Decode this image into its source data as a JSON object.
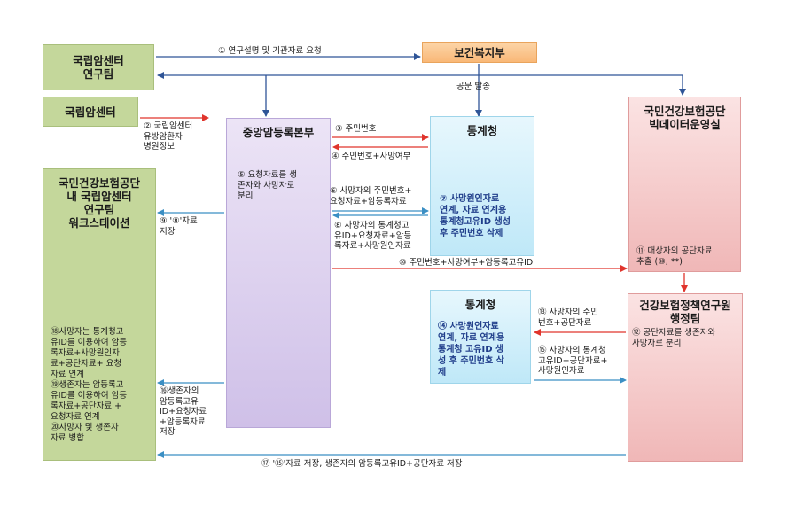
{
  "boxes": {
    "ncc_team": "국립암센터\n연구팀",
    "mohw": "보건복지부",
    "ncc": "국립암센터",
    "kccr": "중앙암등록본부",
    "kccr_text": "⑤ 요청자료를 생\n존자와 사망자로\n분리",
    "kostat_top": "통계청",
    "kostat_top_text": "⑦ 사망원인자료\n연계, 자료 연계용\n통계청고유ID 생성\n후 주민번호 삭제",
    "nhis_bigdata": "국민건강보험공단\n빅데이터운영실",
    "nhis_bigdata_text": "⑪ 대상자의 공단자료\n추출 (⑩, **)",
    "workstation": "국민건강보험공단\n내 국립암센터\n연구팀\n워크스테이션",
    "workstation_text": "⑱사망자는 통계청고\n유ID를 이용하여 암등\n록자료+사망원인자\n료+공단자료+ 요청\n자료 연계\n⑲생존자는 암등록고\n유ID를 이용하여 암등\n록자료+공단자료 +\n요청자료 연계\n⑳사망자 및 생존자\n자료 병합",
    "kostat_bottom": "통계청",
    "kostat_bottom_text": "⑭ 사망원인자료\n연계, 자료 연계용\n통계청 고유ID 생\n성 후 주민번호 삭\n제",
    "nhis_policy": "건강보험정책연구원\n행정팀",
    "nhis_policy_text": "⑫ 공단자료를 생존자와\n사망자로 분리"
  },
  "labels": {
    "l1": "① 연구설명 및 기관자료 요청",
    "l_official": "공문 발송",
    "l2": "② 국립암센터\n유방암환자\n병원정보",
    "l3": "③ 주민번호",
    "l4": "④ 주민번호+사망여부",
    "l6": "⑥ 사망자의 주민번호+\n요청자료+암등록자료",
    "l8": "⑧ 사망자의 통계청고\n유ID+요청자료+암등\n록자료+사망원인자료",
    "l9": "⑨ '⑧'자료\n저장",
    "l10": "⑩ 주민번호+사망여부+암등록고유ID",
    "l13": "⑬ 사망자의 주민\n번호+공단자료",
    "l15": "⑮ 사망자의 통계청\n고유ID+공단자료+\n사망원인자료",
    "l16": "⑯생존자의\n암등록고유\nID+요청자료\n+암등록자료\n저장",
    "l17": "⑰ '⑮'자료 저장, 생존자의 암등록고유ID+공단자료 저장"
  },
  "colors": {
    "blue_arrow": "#2f5597",
    "red_arrow": "#e0342c",
    "cyan_arrow": "#3b8fc4",
    "highlight_text": "#1f3d8a"
  }
}
